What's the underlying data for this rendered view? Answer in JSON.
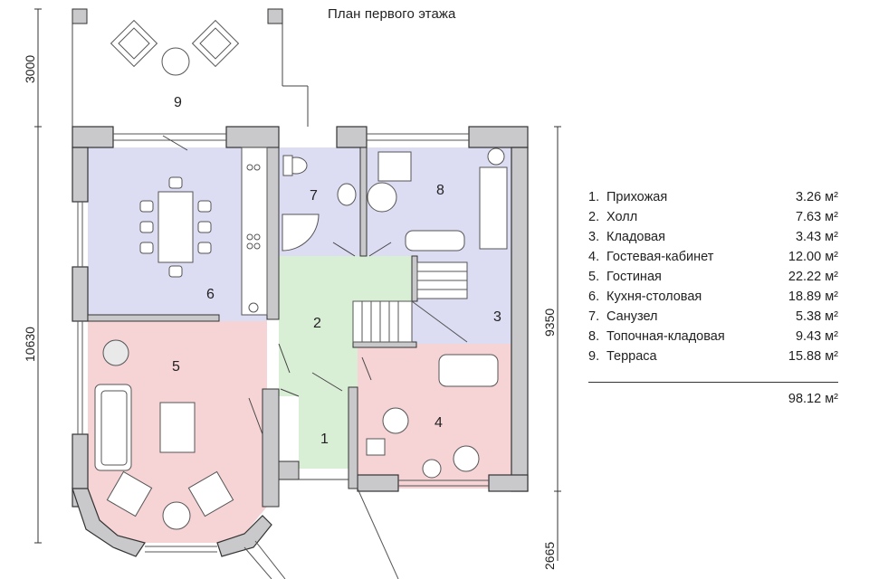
{
  "title": "План первого этажа",
  "rooms": [
    {
      "num": "1.",
      "name": "Прихожая",
      "area": "3.26 м²",
      "label": "1"
    },
    {
      "num": "2.",
      "name": "Холл",
      "area": "7.63 м²",
      "label": "2"
    },
    {
      "num": "3.",
      "name": "Кладовая",
      "area": "3.43 м²",
      "label": "3"
    },
    {
      "num": "4.",
      "name": "Гостевая-кабинет",
      "area": "12.00 м²",
      "label": "4"
    },
    {
      "num": "5.",
      "name": "Гостиная",
      "area": "22.22 м²",
      "label": "5"
    },
    {
      "num": "6.",
      "name": "Кухня-столовая",
      "area": "18.89 м²",
      "label": "6"
    },
    {
      "num": "7.",
      "name": "Санузел",
      "area": "5.38 м²",
      "label": "7"
    },
    {
      "num": "8.",
      "name": "Топочная-кладовая",
      "area": "9.43 м²",
      "label": "8"
    },
    {
      "num": "9.",
      "name": "Терраса",
      "area": "15.88 м²",
      "label": "9"
    }
  ],
  "total": "98.12 м²",
  "dimensions": {
    "terrace_depth": "3000",
    "left_total": "10630",
    "right_total": "9350",
    "porch": "2665"
  },
  "colors": {
    "wall": "#c9c9cb",
    "wall_stroke": "#333333",
    "kitchen_blue": "#dcdcf3",
    "living_pink": "#f6d3d5",
    "hall_green": "#d9efd5"
  }
}
